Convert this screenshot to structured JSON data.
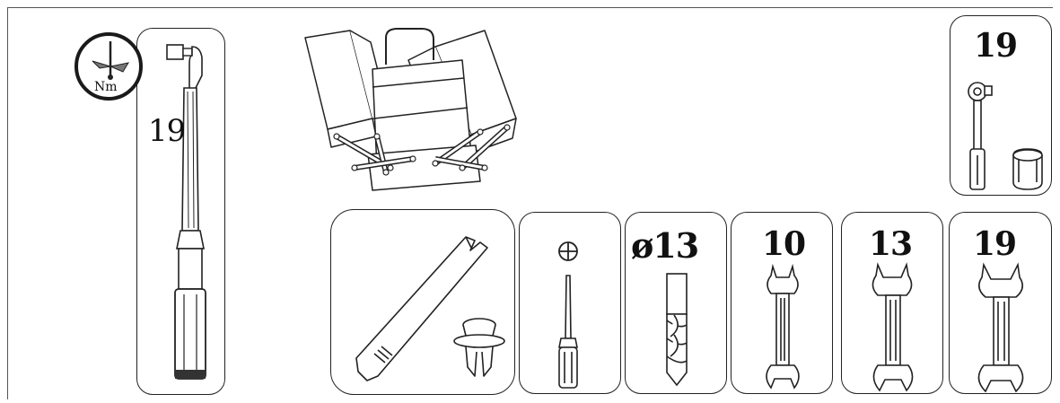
{
  "torque_wrench": {
    "size": "19",
    "unit": "Nm"
  },
  "ratchet": {
    "size": "19"
  },
  "drill_bit": {
    "diameter": "ø13"
  },
  "wrenches": [
    {
      "size": "10"
    },
    {
      "size": "13"
    },
    {
      "size": "19"
    }
  ]
}
